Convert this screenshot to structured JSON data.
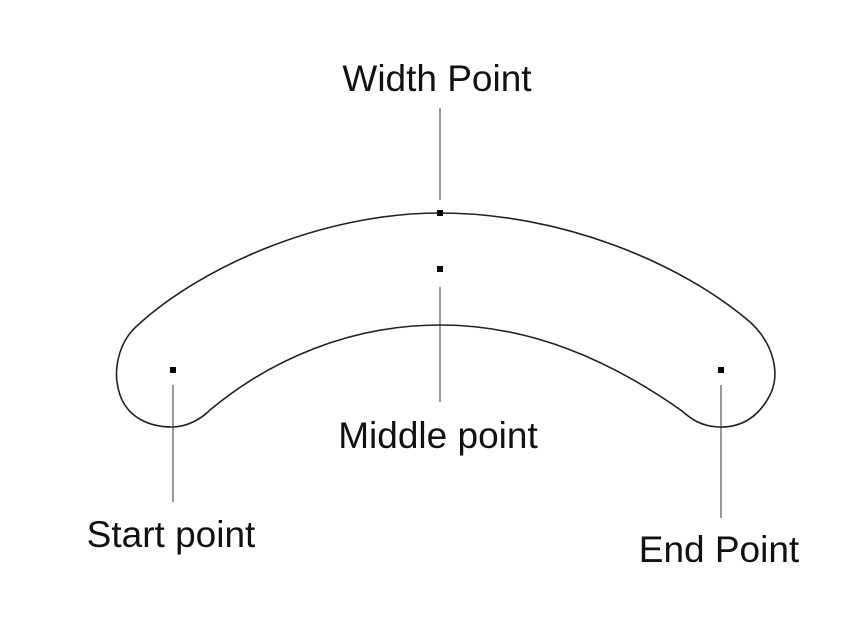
{
  "labels": {
    "width_point": "Width Point",
    "middle_point": "Middle point",
    "start_point": "Start point",
    "end_point": "End Point"
  },
  "colors": {
    "background": "#ffffff",
    "stroke": "#222222",
    "text": "#111111"
  }
}
